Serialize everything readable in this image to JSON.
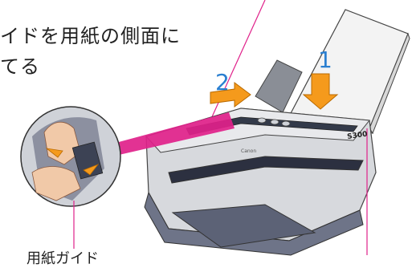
{
  "instruction": {
    "line1": "イドを用紙の側面に",
    "line2": "てる"
  },
  "labels": {
    "paper_guide": "用紙ガイド",
    "step_1": "1",
    "step_2": "2"
  },
  "printer": {
    "brand_text": "Canon",
    "model_text": "S300"
  },
  "colors": {
    "arrow_orange": "#f59a1c",
    "step_blue": "#2a7fd0",
    "callout_magenta": "#e0218a"
  }
}
